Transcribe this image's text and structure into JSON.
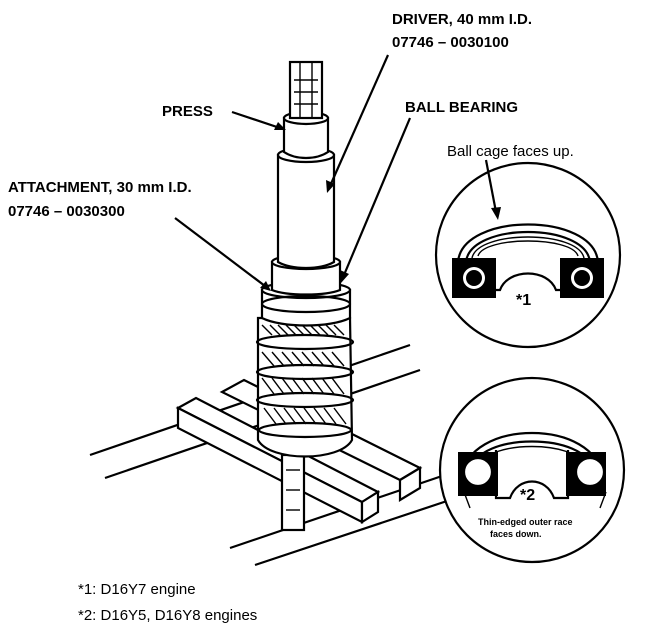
{
  "labels": {
    "driver_name": "DRIVER, 40 mm I.D.",
    "driver_part": "07746 – 0030100",
    "ball_bearing": "BALL BEARING",
    "press": "PRESS",
    "attachment_name": "ATTACHMENT, 30 mm I.D.",
    "attachment_part": "07746 – 0030300",
    "ball_cage_note": "Ball cage faces up.",
    "detail1_marker": "*1",
    "detail2_marker": "*2",
    "thin_edged_line1": "Thin-edged outer race",
    "thin_edged_line2": "faces down."
  },
  "notes": [
    "*1: D16Y7 engine",
    "*2: D16Y5, D16Y8 engines"
  ],
  "icons": [
    "press-ram-icon",
    "driver-tool-icon",
    "attachment-tool-icon",
    "countershaft-gear-icon",
    "support-block-icon",
    "bearing-detail-1-icon",
    "bearing-detail-2-icon"
  ]
}
